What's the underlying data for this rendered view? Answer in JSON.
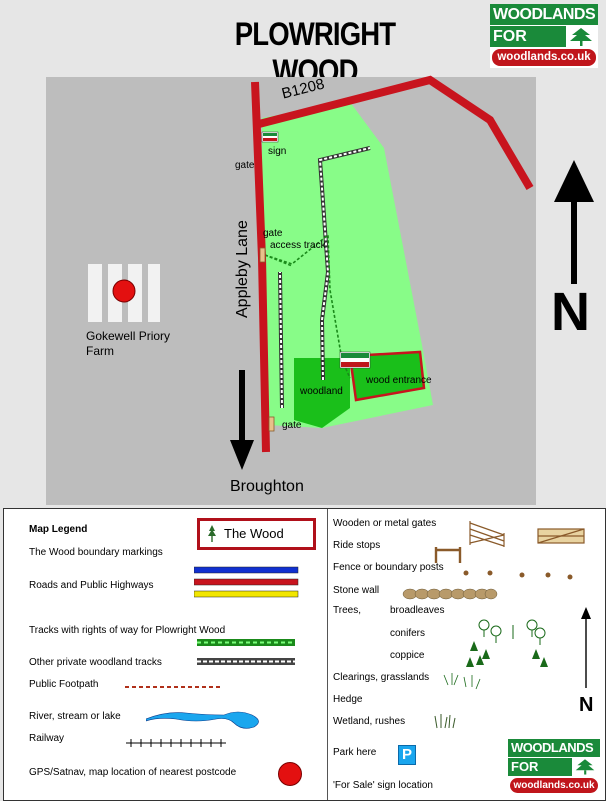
{
  "title": "PLOWRIGHT WOOD",
  "logo": {
    "line1": "WOODLANDS",
    "line2": "FOR SALE",
    "url": "woodlands.co.uk",
    "icon": "tree-icon"
  },
  "map": {
    "road_north": "B1208",
    "road_west": "Appleby Lane",
    "sign_label": "sign",
    "gate_labels": [
      "gate",
      "gate",
      "gate"
    ],
    "access_track": "access track",
    "farm": "Gokewell Priory Farm",
    "woodland": "woodland",
    "wood_entrance": "wood entrance",
    "town_south": "Broughton",
    "north_arrow": "N"
  },
  "legend": {
    "heading": "Map Legend",
    "the_wood": "The Wood",
    "left_items": [
      "The Wood boundary markings",
      "Roads and Public Highways",
      "Tracks with rights of way for Plowright Wood",
      "Other private woodland tracks",
      "Public Footpath",
      "River, stream or lake",
      "Railway",
      "GPS/Satnav, map location of nearest postcode"
    ],
    "right_items": [
      "Wooden or metal gates",
      "Ride stops",
      "Fence or boundary posts",
      "Stone wall",
      "Trees,",
      "broadleaves",
      "conifers",
      "coppice",
      "Clearings, grasslands",
      "Hedge",
      "Wetland, rushes",
      "Park here",
      "'For Sale'  sign location"
    ],
    "park_symbol": "P",
    "north_arrow": "N"
  },
  "colors": {
    "road": "#c8141e",
    "land": "#88fc88",
    "woodland": "#1abf1a",
    "map_bg": "#bdbdbd",
    "logo_green": "#1a8a3a",
    "logo_red": "#c0151b"
  }
}
